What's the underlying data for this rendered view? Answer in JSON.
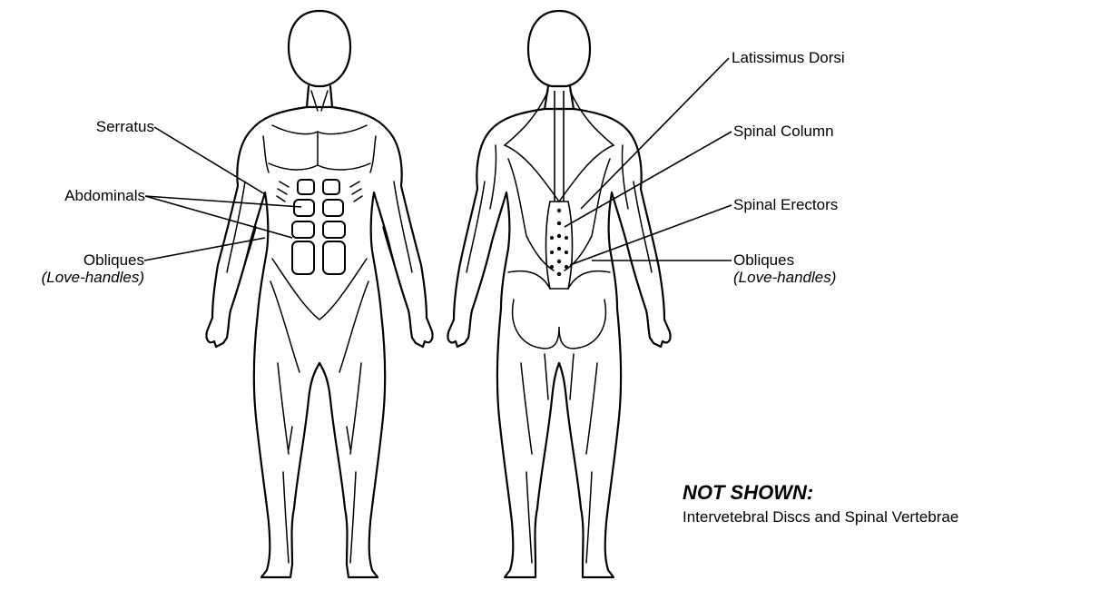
{
  "front_labels": {
    "serratus": "Serratus",
    "abdominals": "Abdominals",
    "obliques": "Obliques",
    "obliques_sub": "(Love-handles)"
  },
  "back_labels": {
    "latissimus": "Latissimus Dorsi",
    "spinal_column": "Spinal Column",
    "spinal_erectors": "Spinal Erectors",
    "obliques": "Obliques",
    "obliques_sub": "(Love-handles)"
  },
  "note": {
    "title": "NOT SHOWN:",
    "body": "Intervetebral Discs and Spinal Vertebrae"
  }
}
